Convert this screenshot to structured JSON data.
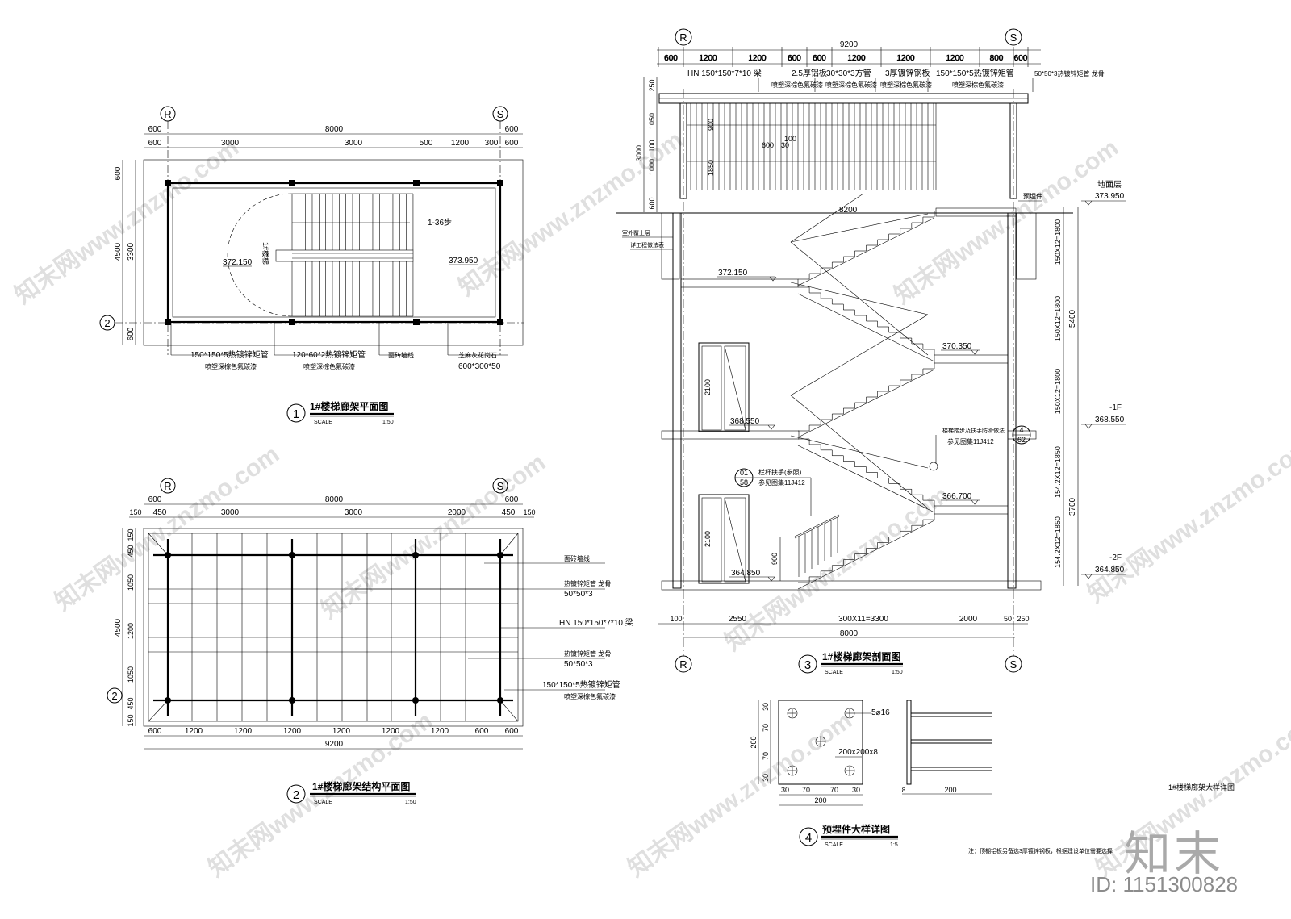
{
  "grid_r": "R",
  "grid_s": "S",
  "grid_2": "2",
  "plan": {
    "dim_600": "600",
    "dim_8000": "8000",
    "dim_3000": "3000",
    "dim_500": "500",
    "dim_1200": "1200",
    "dim_300": "300",
    "dim_4500": "4500",
    "dim_3300": "3300",
    "lvl_left": "372.150",
    "lvl_right": "373.950",
    "steps": "1-36步",
    "note_stair": "1#楼梯",
    "callouts": [
      "150*150*5热镀锌矩管",
      "120*60*2热镀锌矩管",
      "面砖墙线",
      "芝麻灰花岗石"
    ],
    "callouts2": [
      "喷塑深棕色氟碳漆",
      "喷塑深棕色氟碳漆",
      "600*300*50"
    ],
    "num": "1",
    "title": "1#楼梯廊架平面图",
    "scale_label": "SCALE",
    "scale": "1:50"
  },
  "struct": {
    "dim_600": "600",
    "dim_8000": "8000",
    "dim_150": "150",
    "dim_450": "450",
    "dim_3000": "3000",
    "dim_2000": "2000",
    "dim_1200": "1200",
    "dim_9200": "9200",
    "dim_1050": "1050",
    "dim_4500": "4500",
    "callouts": [
      "面砖墙线",
      "热镀锌矩管  龙骨",
      "50*50*3",
      "HN 150*150*7*10  梁",
      "热镀锌矩管  龙骨",
      "50*50*3",
      "150*150*5热镀锌矩管",
      "喷塑深棕色氟碳漆"
    ],
    "num": "2",
    "title": "1#楼梯廊架结构平面图",
    "scale_label": "SCALE",
    "scale": "1:50"
  },
  "section": {
    "top_total": "9200",
    "top_dims": [
      "600",
      "1200",
      "1200",
      "600",
      "600",
      "1200",
      "1200",
      "1200",
      "800",
      "600"
    ],
    "top_callouts": [
      "HN 150*150*7*10  梁",
      "2.5厚铝板",
      "30*30*3方管",
      "3厚镀锌钢板",
      "150*150*5热镀锌矩管",
      "50*50*3热镀锌矩管  龙骨"
    ],
    "top_callouts2": [
      "喷塑深棕色氟碳漆",
      "喷塑深棕色氟碳漆",
      "喷塑深棕色氟碳漆",
      "喷塑深棕色氟碳漆"
    ],
    "left_dims": [
      "250",
      "1050",
      "100",
      "1000",
      "600",
      "3000"
    ],
    "inner_dims": [
      "900",
      "1850",
      "600",
      "30",
      "100"
    ],
    "levels": [
      "373.950",
      "372.150",
      "370.350",
      "368.550",
      "366.700",
      "364.850"
    ],
    "level_names": [
      "地面层",
      "-1F",
      "-2F"
    ],
    "right_dims": [
      "150X12=1800",
      "150X12=1800",
      "150X12=1800",
      "154.2X12=1850",
      "154.2X12=1850"
    ],
    "right_outer": [
      "5400",
      "3700"
    ],
    "dim_8200": "8200",
    "preset": "预埋件",
    "soil_note": [
      "室外覆土层",
      "详工程做法表"
    ],
    "door_h": "2100",
    "rail_h": "900",
    "detail_callout": [
      "栏杆扶手(参照)",
      "参见图集11J412",
      "01",
      "58"
    ],
    "detail_callout2": [
      "楼梯踏步及扶手防滑做法",
      "参见图集11J412",
      "4",
      "62"
    ],
    "bottom_dims": [
      "100",
      "2550",
      "300X11=3300",
      "2000",
      "50",
      "250"
    ],
    "bottom_total": "8000",
    "num": "3",
    "title": "1#楼梯廊架剖面图",
    "scale_label": "SCALE",
    "scale": "1:50"
  },
  "embed": {
    "bolt": "5⌀16",
    "plate": "200x200x8",
    "dims_v": [
      "30",
      "70",
      "70",
      "30"
    ],
    "dims_v_total": "200",
    "dims_h": [
      "30",
      "70",
      "70",
      "30"
    ],
    "dims_h_total": "200",
    "side_dim": "200",
    "side_8": "8",
    "num": "4",
    "title": "预埋件大样详图",
    "scale_label": "SCALE",
    "scale": "1:5"
  },
  "sheet_title": "1#楼梯廊架大样详图",
  "note": "注：顶棚铝板另备选3厚镀锌钢板，根据建设单位需要选择",
  "watermark": "知末网www.znzmo.com",
  "logo": "知末",
  "logo_id": "ID: 1151300828"
}
